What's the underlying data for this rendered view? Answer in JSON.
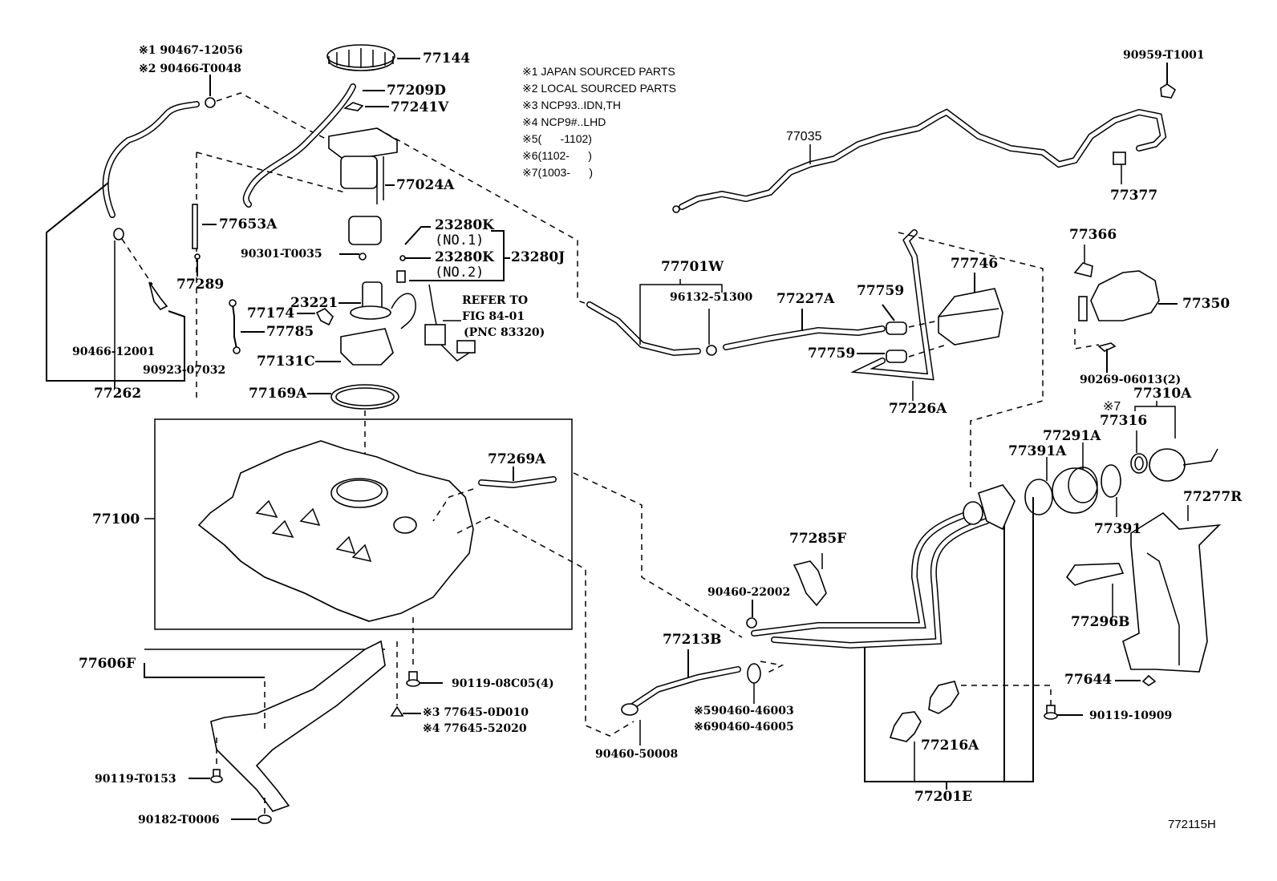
{
  "figure_id": "772115H",
  "notes": [
    {
      "mark": "※1",
      "text": "JAPAN SOURCED PARTS"
    },
    {
      "mark": "※2",
      "text": "LOCAL SOURCED PARTS"
    },
    {
      "mark": "※3",
      "text": "NCP93..IDN,TH"
    },
    {
      "mark": "※4",
      "text": "NCP9#..LHD"
    },
    {
      "mark": "※5",
      "text": "(      -1102)"
    },
    {
      "mark": "※6",
      "text": "(1102-      )"
    },
    {
      "mark": "※7",
      "text": "(1003-      )"
    }
  ],
  "refer": {
    "line1": "REFER TO",
    "line2": "FIG 84-01",
    "line3": "(PNC 83320)"
  },
  "labels": {
    "p90467_12056": "※1 90467-12056",
    "p90466_T0048": "※2 90466-T0048",
    "p77144": "77144",
    "p77209D": "77209D",
    "p77241V": "77241V",
    "p77024A": "77024A",
    "p77653A": "77653A",
    "p90301_T0035": "90301-T0035",
    "p23280K_1": "23280K",
    "p23280K_1_sub": "(NO.1)",
    "p23280K_2": "23280K",
    "p23280K_2_sub": "(NO.2)",
    "p23280J": "23280J",
    "p77289": "77289",
    "p23221": "23221",
    "p77174": "77174",
    "p77785": "77785",
    "p77131C": "77131C",
    "p77169A": "77169A",
    "p90466_12001": "90466-12001",
    "p90923_07032": "90923-07032",
    "p77262": "77262",
    "p77100": "77100",
    "p77269A": "77269A",
    "p77606F": "77606F",
    "p90119_08C05": "90119-08C05(4)",
    "p77645_0D010": "※3 77645-0D010",
    "p77645_52020": "※4 77645-52020",
    "p90119_T0153": "90119-T0153",
    "p90182_T0006": "90182-T0006",
    "p77035": "77035",
    "p90959_T1001": "90959-T1001",
    "p77377": "77377",
    "p77701W": "77701W",
    "p96132_51300": "96132-51300",
    "p77227A": "77227A",
    "p77759_a": "77759",
    "p77759_b": "77759",
    "p77746": "77746",
    "p77226A": "77226A",
    "p77366": "77366",
    "p77350": "77350",
    "p90269_06013": "90269-06013(2)",
    "p77310A": "77310A",
    "p_note7": "※7",
    "p77316": "77316",
    "p77291A": "77291A",
    "p77391A": "77391A",
    "p77391": "77391",
    "p77277R": "77277R",
    "p77285F": "77285F",
    "p90460_22002": "90460-22002",
    "p77213B": "77213B",
    "p90460_46003": "※590460-46003",
    "p90460_46005": "※690460-46005",
    "p90460_50008": "90460-50008",
    "p77296B": "77296B",
    "p77644": "77644",
    "p90119_10909": "90119-10909",
    "p77216A": "77216A",
    "p77201E": "77201E"
  }
}
